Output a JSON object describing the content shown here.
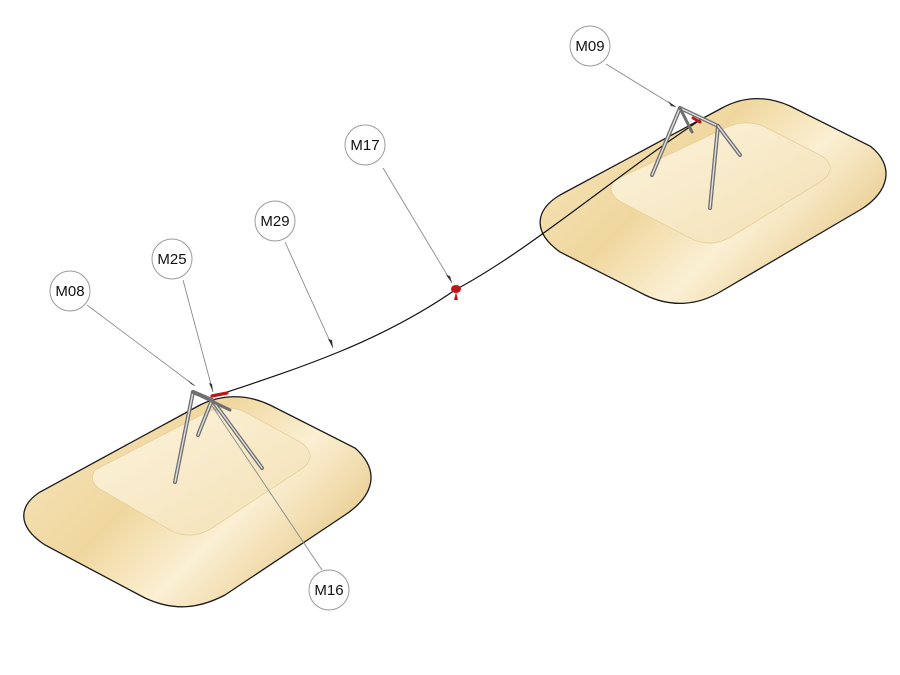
{
  "callouts": [
    {
      "id": "m09",
      "label": "M09"
    },
    {
      "id": "m17",
      "label": "M17"
    },
    {
      "id": "m29",
      "label": "M29"
    },
    {
      "id": "m25",
      "label": "M25"
    },
    {
      "id": "m08",
      "label": "M08"
    },
    {
      "id": "m16",
      "label": "M16"
    }
  ],
  "colors": {
    "base_light": "#fbeed0",
    "base_mid": "#f2dca8",
    "base_dark": "#d9b978",
    "rod": "#7d7d7d",
    "rod_light": "#d8d8d8",
    "marker": "#c0161a",
    "cable": "#111111"
  }
}
